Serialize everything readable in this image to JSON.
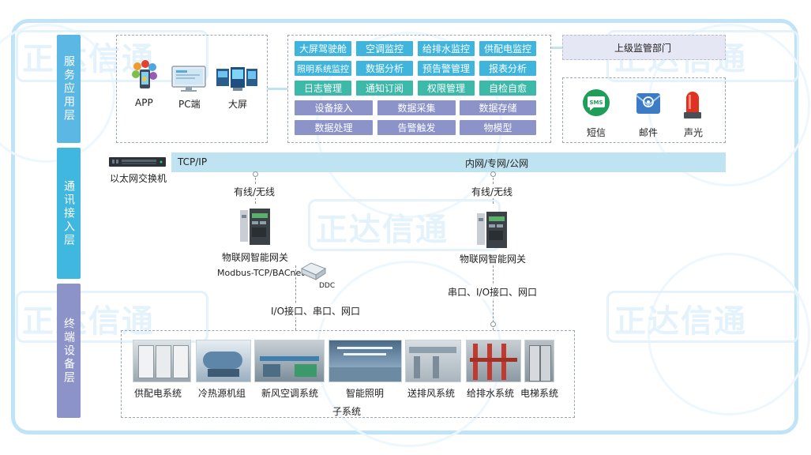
{
  "layers": [
    {
      "label": "服务应用层"
    },
    {
      "label": "通讯接入层"
    },
    {
      "label": "终端设备层"
    }
  ],
  "watermark": {
    "text": "正达信通"
  },
  "clients": [
    {
      "label": "APP"
    },
    {
      "label": "PC端"
    },
    {
      "label": "大屏"
    }
  ],
  "modules": [
    {
      "label": "大屏驾驶舱",
      "style": "tq"
    },
    {
      "label": "空调监控",
      "style": "tq"
    },
    {
      "label": "给排水监控",
      "style": "tq"
    },
    {
      "label": "供配电监控",
      "style": "tq"
    },
    {
      "label": "照明系统监控",
      "style": "tq"
    },
    {
      "label": "数据分析",
      "style": "tq"
    },
    {
      "label": "预告警管理",
      "style": "tq"
    },
    {
      "label": "报表分析",
      "style": "tq"
    },
    {
      "label": "日志管理",
      "style": "gr"
    },
    {
      "label": "通知订阅",
      "style": "gr"
    },
    {
      "label": "权限管理",
      "style": "gr"
    },
    {
      "label": "自检自愈",
      "style": "gr"
    },
    {
      "label": "设备接入",
      "style": "pu"
    },
    {
      "label": "数据采集",
      "style": "pu"
    },
    {
      "label": "数据存储",
      "style": "pu"
    },
    {
      "label": "数据处理",
      "style": "pu"
    },
    {
      "label": "告警触发",
      "style": "pu"
    },
    {
      "label": "物模型",
      "style": "pu"
    }
  ],
  "supervision": {
    "label": "上级监管部门"
  },
  "alerts": [
    {
      "label": "短信",
      "icon_text": "SMS"
    },
    {
      "label": "邮件"
    },
    {
      "label": "声光"
    }
  ],
  "network": {
    "switch": "以太网交换机",
    "protocol": "TCP/IP",
    "networks": "内网/专网/公网"
  },
  "gateways": [
    {
      "link": "有线/无线",
      "label": "物联网智能网关",
      "protocol": "Modbus-TCP/BACnet",
      "ddc": "DDC",
      "interfaces": "I/O接口、串口、网口"
    },
    {
      "link": "有线/无线",
      "label": "物联网智能网关",
      "interfaces": "串口、I/O接口、网口"
    }
  ],
  "subsystems": [
    {
      "label": "供配电系统"
    },
    {
      "label": "冷热源机组"
    },
    {
      "label": "新风空调系统"
    },
    {
      "label": "智能照明"
    },
    {
      "label": "送排风系统"
    },
    {
      "label": "给排水系统"
    },
    {
      "label": "电梯系统"
    }
  ],
  "subsystem_group": {
    "label": "子系统"
  },
  "colors": {
    "layer1": "#5bb8e5",
    "layer2": "#3fb7de",
    "layer3": "#8b93c9",
    "module_teal": "#3fb5dd",
    "module_purple": "#8b93c9",
    "module_green": "#3db9a9",
    "network_bar": "#bfe3f1",
    "frame": "#bfe3f7"
  }
}
